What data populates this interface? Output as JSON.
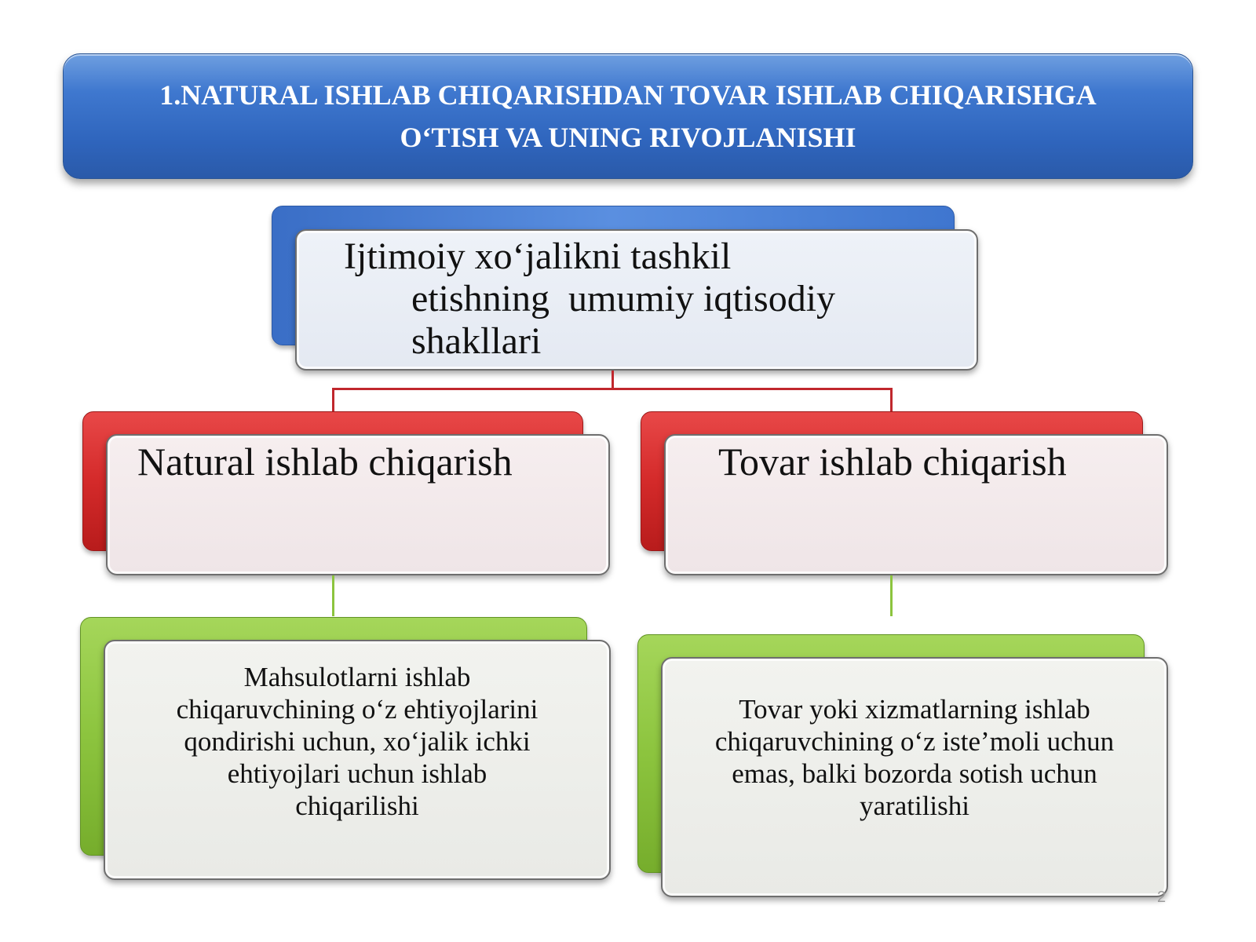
{
  "title": {
    "line1": "1.NATURAL ISHLAB CHIQARISHDAN TOVAR ISHLAB CHIQARISHGA",
    "line2": "O‘TISH VA UNING RIVOJLANISHI"
  },
  "root": {
    "line1": "Ijtimoiy xo‘jalikni tashkil",
    "line2": "etishning  umumiy iqtisodiy",
    "line3": "shakllari"
  },
  "left_branch": {
    "label": "Natural ishlab chiqarish",
    "description": [
      "Mahsulotlarni ishlab",
      "chiqaruvchining o‘z ehtiyojlarini",
      "qondirishi uchun, xo‘jalik ichki",
      "ehtiyojlari uchun ishlab",
      "chiqarilishi"
    ]
  },
  "right_branch": {
    "label": "Tovar ishlab chiqarish",
    "description": [
      "Tovar yoki xizmatlarning ishlab",
      "chiqaruvchining o‘z iste’moli uchun",
      "emas, balki bozorda sotish uchun",
      "yaratilishi"
    ]
  },
  "page_number": "2",
  "colors": {
    "title_blue": "#3f78cf",
    "level1_red": "#d42a2a",
    "level2_green": "#8cc43e",
    "connector_red": "#c0272d"
  }
}
